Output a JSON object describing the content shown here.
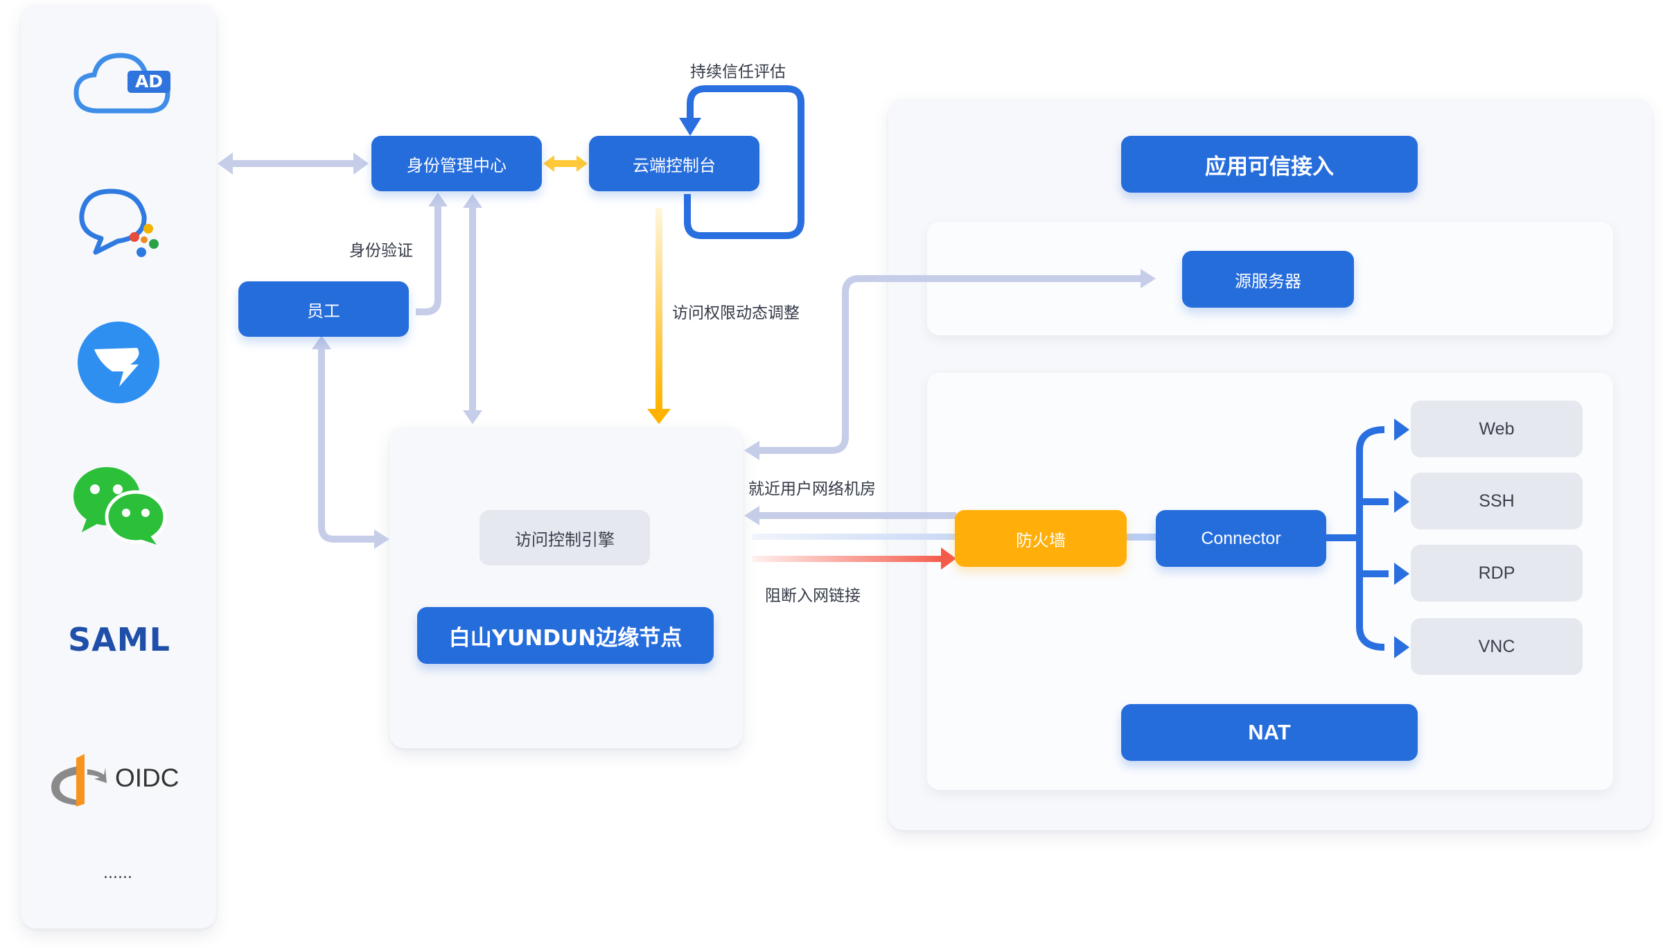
{
  "providers": {
    "ad_badge": "AD",
    "saml": "SAML",
    "oidc": "OIDC",
    "more": "......"
  },
  "nodes": {
    "identity_center": "身份管理中心",
    "cloud_console": "云端控制台",
    "employee": "员工",
    "access_engine": "访问控制引擎",
    "edge_node": "白山YUNDUN边缘节点",
    "trusted_access": "应用可信接入",
    "origin_server": "源服务器",
    "firewall": "防火墙",
    "connector": "Connector",
    "web": "Web",
    "ssh": "SSH",
    "rdp": "RDP",
    "vnc": "VNC",
    "nat": "NAT"
  },
  "labels": {
    "continuous_trust": "持续信任评估",
    "identity_verify": "身份验证",
    "dynamic_permission": "访问权限动态调整",
    "nearby_datacenter": "就近用户网络机房",
    "block_inbound": "阻断入网链接"
  },
  "colors": {
    "primary": "#266ddc",
    "accent_orange": "#ffae0a",
    "arrow_lavender": "#c6cde8",
    "arrow_red": "#f45a4a",
    "panel_bg": "#f7f8fb"
  }
}
